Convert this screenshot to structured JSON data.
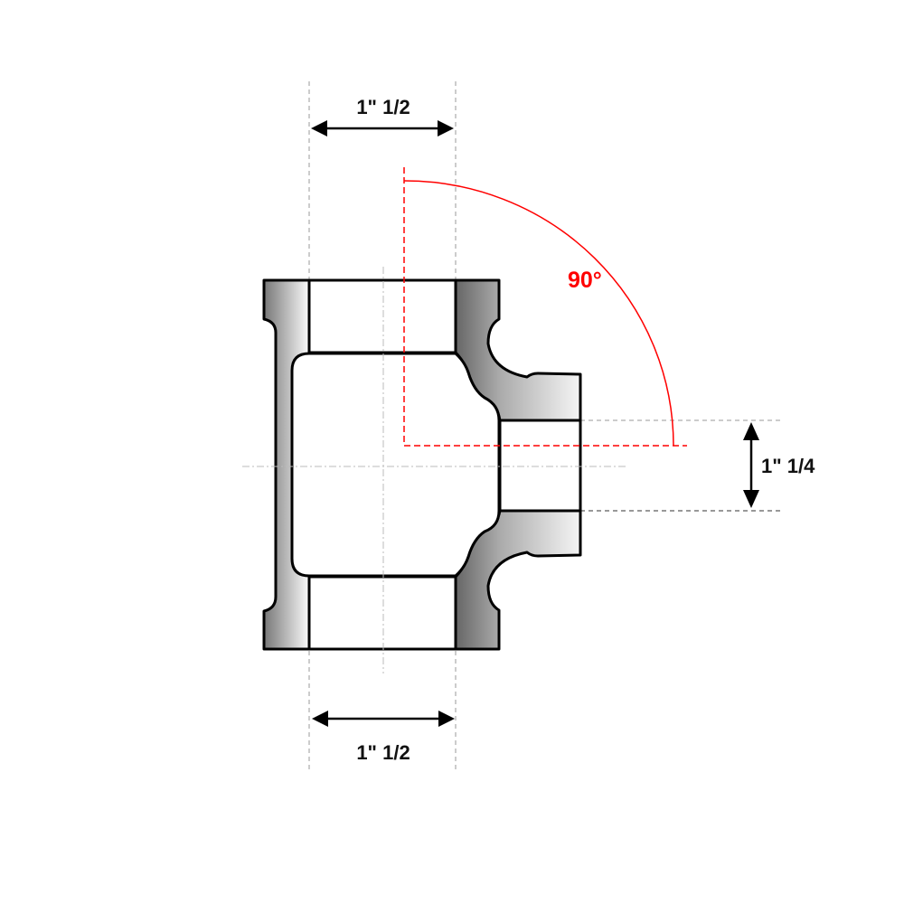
{
  "dimensions": {
    "top_size": "1\" 1/2",
    "bottom_size": "1\" 1/2",
    "branch_size": "1\" 1/4",
    "angle": "90°"
  },
  "colors": {
    "outline": "#000000",
    "angle_marker": "#ff0000",
    "centerline": "#aaaaaa"
  }
}
